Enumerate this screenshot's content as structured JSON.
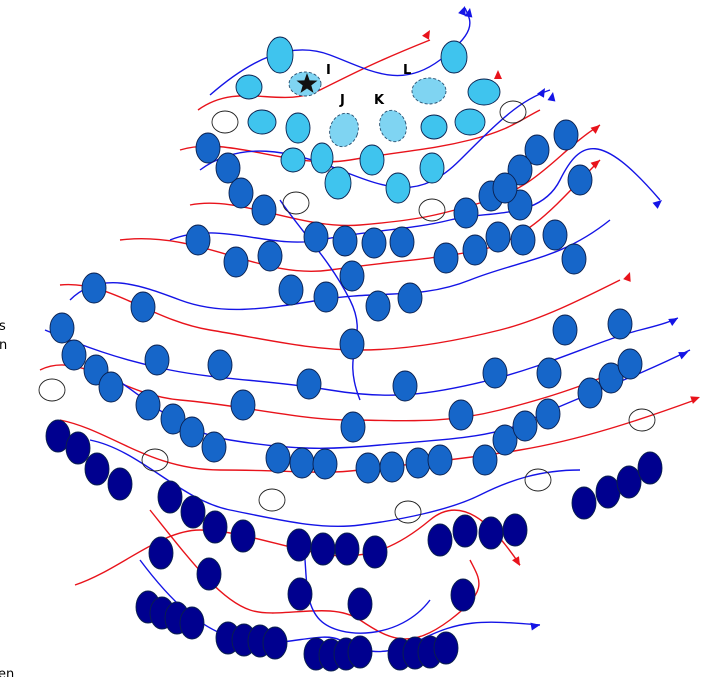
{
  "labels": {
    "I": "I",
    "J": "J",
    "K": "K",
    "L": "L"
  },
  "edge_text": {
    "left_1": "s",
    "left_2": "n",
    "bottom_left": "en"
  },
  "colors": {
    "background": "#ffffff",
    "bead_light": "#3fc4ee",
    "bead_medium": "#1666c9",
    "bead_dark": "#00008f",
    "bead_outline": "#0a1f4d",
    "dashed_bead": "#7fd4f2",
    "thread_red": "#e8131b",
    "thread_blue": "#1414e6",
    "open_ring": "#222222",
    "star": "#111111"
  },
  "legend_icons": [
    "star-marker-icon"
  ]
}
